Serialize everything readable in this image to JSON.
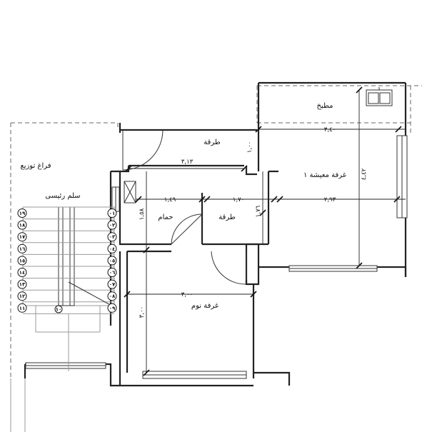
{
  "rooms": {
    "kitchen": "مطبخ",
    "corridor_top": "طرقة",
    "distribution_space": "فراغ توزيع",
    "living_room": "غرفة معيشة ١",
    "main_stair": "سلم رئيسى",
    "bathroom": "حمام",
    "corridor_mid": "طرقة",
    "bedroom": "غرفة نوم"
  },
  "dimensions": {
    "kitchen_width": "٣,٤٠",
    "kitchen_depth": "١,٠٠",
    "corridor_length": "٣,١٣",
    "bath_width": "١,٤٩",
    "corridor_mid_width": "١,٧٠",
    "living_width": "٢,٩٣",
    "living_depth": "٤,٤٢",
    "bath_depth": "١,٥٨",
    "corridor_mid_depth": "١,٧٦",
    "bedroom_width": "٣,٠٠",
    "bedroom_depth": "٣,٠٠"
  },
  "stair": {
    "left_steps": [
      "١٩",
      "١٨",
      "١٧",
      "١٦",
      "١٥",
      "١٤",
      "١٣",
      "١٢",
      "١١"
    ],
    "right_steps": [
      "٠١",
      "٠٢",
      "٠٣",
      "٠٤",
      "٠٥",
      "٠٦",
      "٠٧",
      "٠٨",
      "٠٩"
    ],
    "landing_step": "١٠"
  }
}
